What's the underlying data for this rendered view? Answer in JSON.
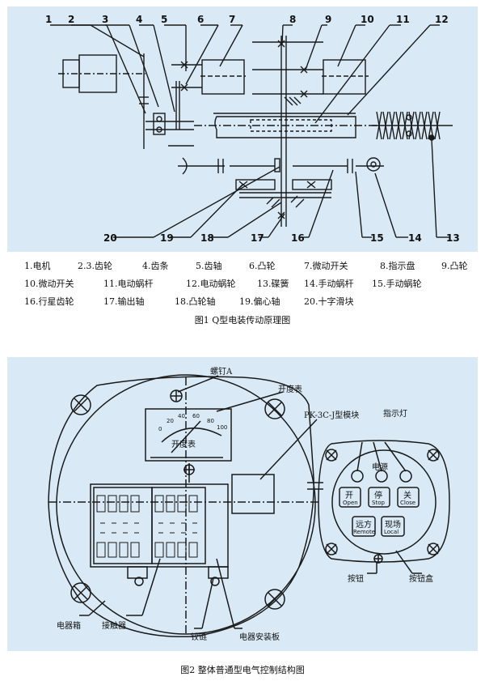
{
  "figure1": {
    "callouts": [
      "1",
      "2",
      "3",
      "4",
      "5",
      "6",
      "7",
      "8",
      "9",
      "10",
      "11",
      "12",
      "13",
      "14",
      "15",
      "16",
      "17",
      "18",
      "19",
      "20"
    ],
    "legend_rows": [
      [
        "1.电机",
        "2.3.齿轮",
        "4.齿条",
        "5.齿轴",
        "6.凸轮",
        "7.微动开关",
        "8.指示盘",
        "9.凸轮"
      ],
      [
        "10.微动开关",
        "11.电动蜗杆",
        "12.电动蜗轮",
        "13.碟簧",
        "14.手动蜗杆",
        "15.手动蜗轮"
      ],
      [
        "16.行星齿轮",
        "17.输出轴",
        "18.凸轮轴",
        "19.偏心轴",
        "20.十字滑块"
      ]
    ],
    "caption": "图1 Q型电装传动原理图"
  },
  "figure2": {
    "labels": {
      "screw_a": "螺钉A",
      "gauge": "开度表",
      "module": "PK-3C-J型模块",
      "indicator": "指示灯",
      "power": "电源",
      "gauge_face": "开度表",
      "box": "电器箱",
      "contactor": "接触器",
      "hinge": "铰链",
      "mount_plate": "电器安装板",
      "button": "按钮",
      "button_box": "按钮盒"
    },
    "gauge_ticks": [
      "0",
      "20",
      "40",
      "60",
      "80",
      "100"
    ],
    "buttons": [
      {
        "cn": "开",
        "en": "Open"
      },
      {
        "cn": "停",
        "en": "Stop"
      },
      {
        "cn": "关",
        "en": "Close"
      },
      {
        "cn": "远方",
        "en": "Remote"
      },
      {
        "cn": "现场",
        "en": "Local"
      }
    ],
    "caption": "图2 整体普通型电气控制结构图"
  }
}
